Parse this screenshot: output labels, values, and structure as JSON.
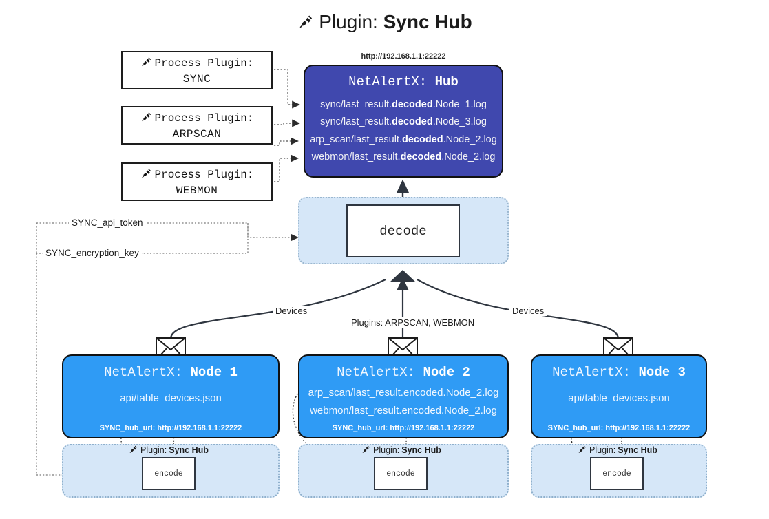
{
  "title": {
    "icon": "plug-icon",
    "prefix": "Plugin:",
    "name": "Sync Hub"
  },
  "process_plugins": [
    {
      "icon": "plug-icon",
      "label": "Process Plugin:",
      "plugin": "SYNC"
    },
    {
      "icon": "plug-icon",
      "label": "Process Plugin:",
      "plugin": "ARPSCAN"
    },
    {
      "icon": "plug-icon",
      "label": "Process Plugin:",
      "plugin": "WEBMON"
    }
  ],
  "hub": {
    "url": "http://192.168.1.1:22222",
    "title_prefix": "NetAlertX:",
    "title_name": "Hub",
    "logs": [
      {
        "pre": "sync/last_result.",
        "mid": "decoded",
        "post": ".Node_1.log"
      },
      {
        "pre": "sync/last_result.",
        "mid": "decoded",
        "post": ".Node_3.log"
      },
      {
        "pre": "arp_scan/last_result.",
        "mid": "decoded",
        "post": ".Node_2.log"
      },
      {
        "pre": "webmon/last_result.",
        "mid": "decoded",
        "post": ".Node_2.log"
      }
    ]
  },
  "decode": {
    "label": "decode"
  },
  "tokens": [
    {
      "label": "SYNC_api_token"
    },
    {
      "label": "SYNC_encryption_key"
    }
  ],
  "edge_labels": {
    "left_devices": "Devices",
    "center_plugins": "Plugins: ARPSCAN, WEBMON",
    "right_devices": "Devices"
  },
  "nodes": [
    {
      "title_prefix": "NetAlertX:",
      "title_name": "Node_1",
      "lines": [
        "api/table_devices.json"
      ],
      "footer": "SYNC_hub_url: http://192.168.1.1:22222",
      "mail_icon": "envelope-icon"
    },
    {
      "title_prefix": "NetAlertX:",
      "title_name": "Node_2",
      "lines": [
        "arp_scan/last_result.encoded.Node_2.log",
        "webmon/last_result.encoded.Node_2.log"
      ],
      "footer": "SYNC_hub_url: http://192.168.1.1:22222",
      "mail_icon": "envelope-icon"
    },
    {
      "title_prefix": "NetAlertX:",
      "title_name": "Node_3",
      "lines": [
        "api/table_devices.json"
      ],
      "footer": "SYNC_hub_url: http://192.168.1.1:22222",
      "mail_icon": "envelope-icon"
    }
  ],
  "encoders": [
    {
      "icon": "plug-icon",
      "label_prefix": "Plugin:",
      "label_name": "Sync Hub",
      "box": "encode"
    },
    {
      "icon": "plug-icon",
      "label_prefix": "Plugin:",
      "label_name": "Sync Hub",
      "box": "encode"
    },
    {
      "icon": "plug-icon",
      "label_prefix": "Plugin:",
      "label_name": "Sync Hub",
      "box": "encode"
    }
  ],
  "colors": {
    "hub_fill": "#4048ae",
    "node_fill": "#2f9bf5",
    "band_fill": "#d6e7f8",
    "stroke": "#111111",
    "background": "#ffffff"
  }
}
